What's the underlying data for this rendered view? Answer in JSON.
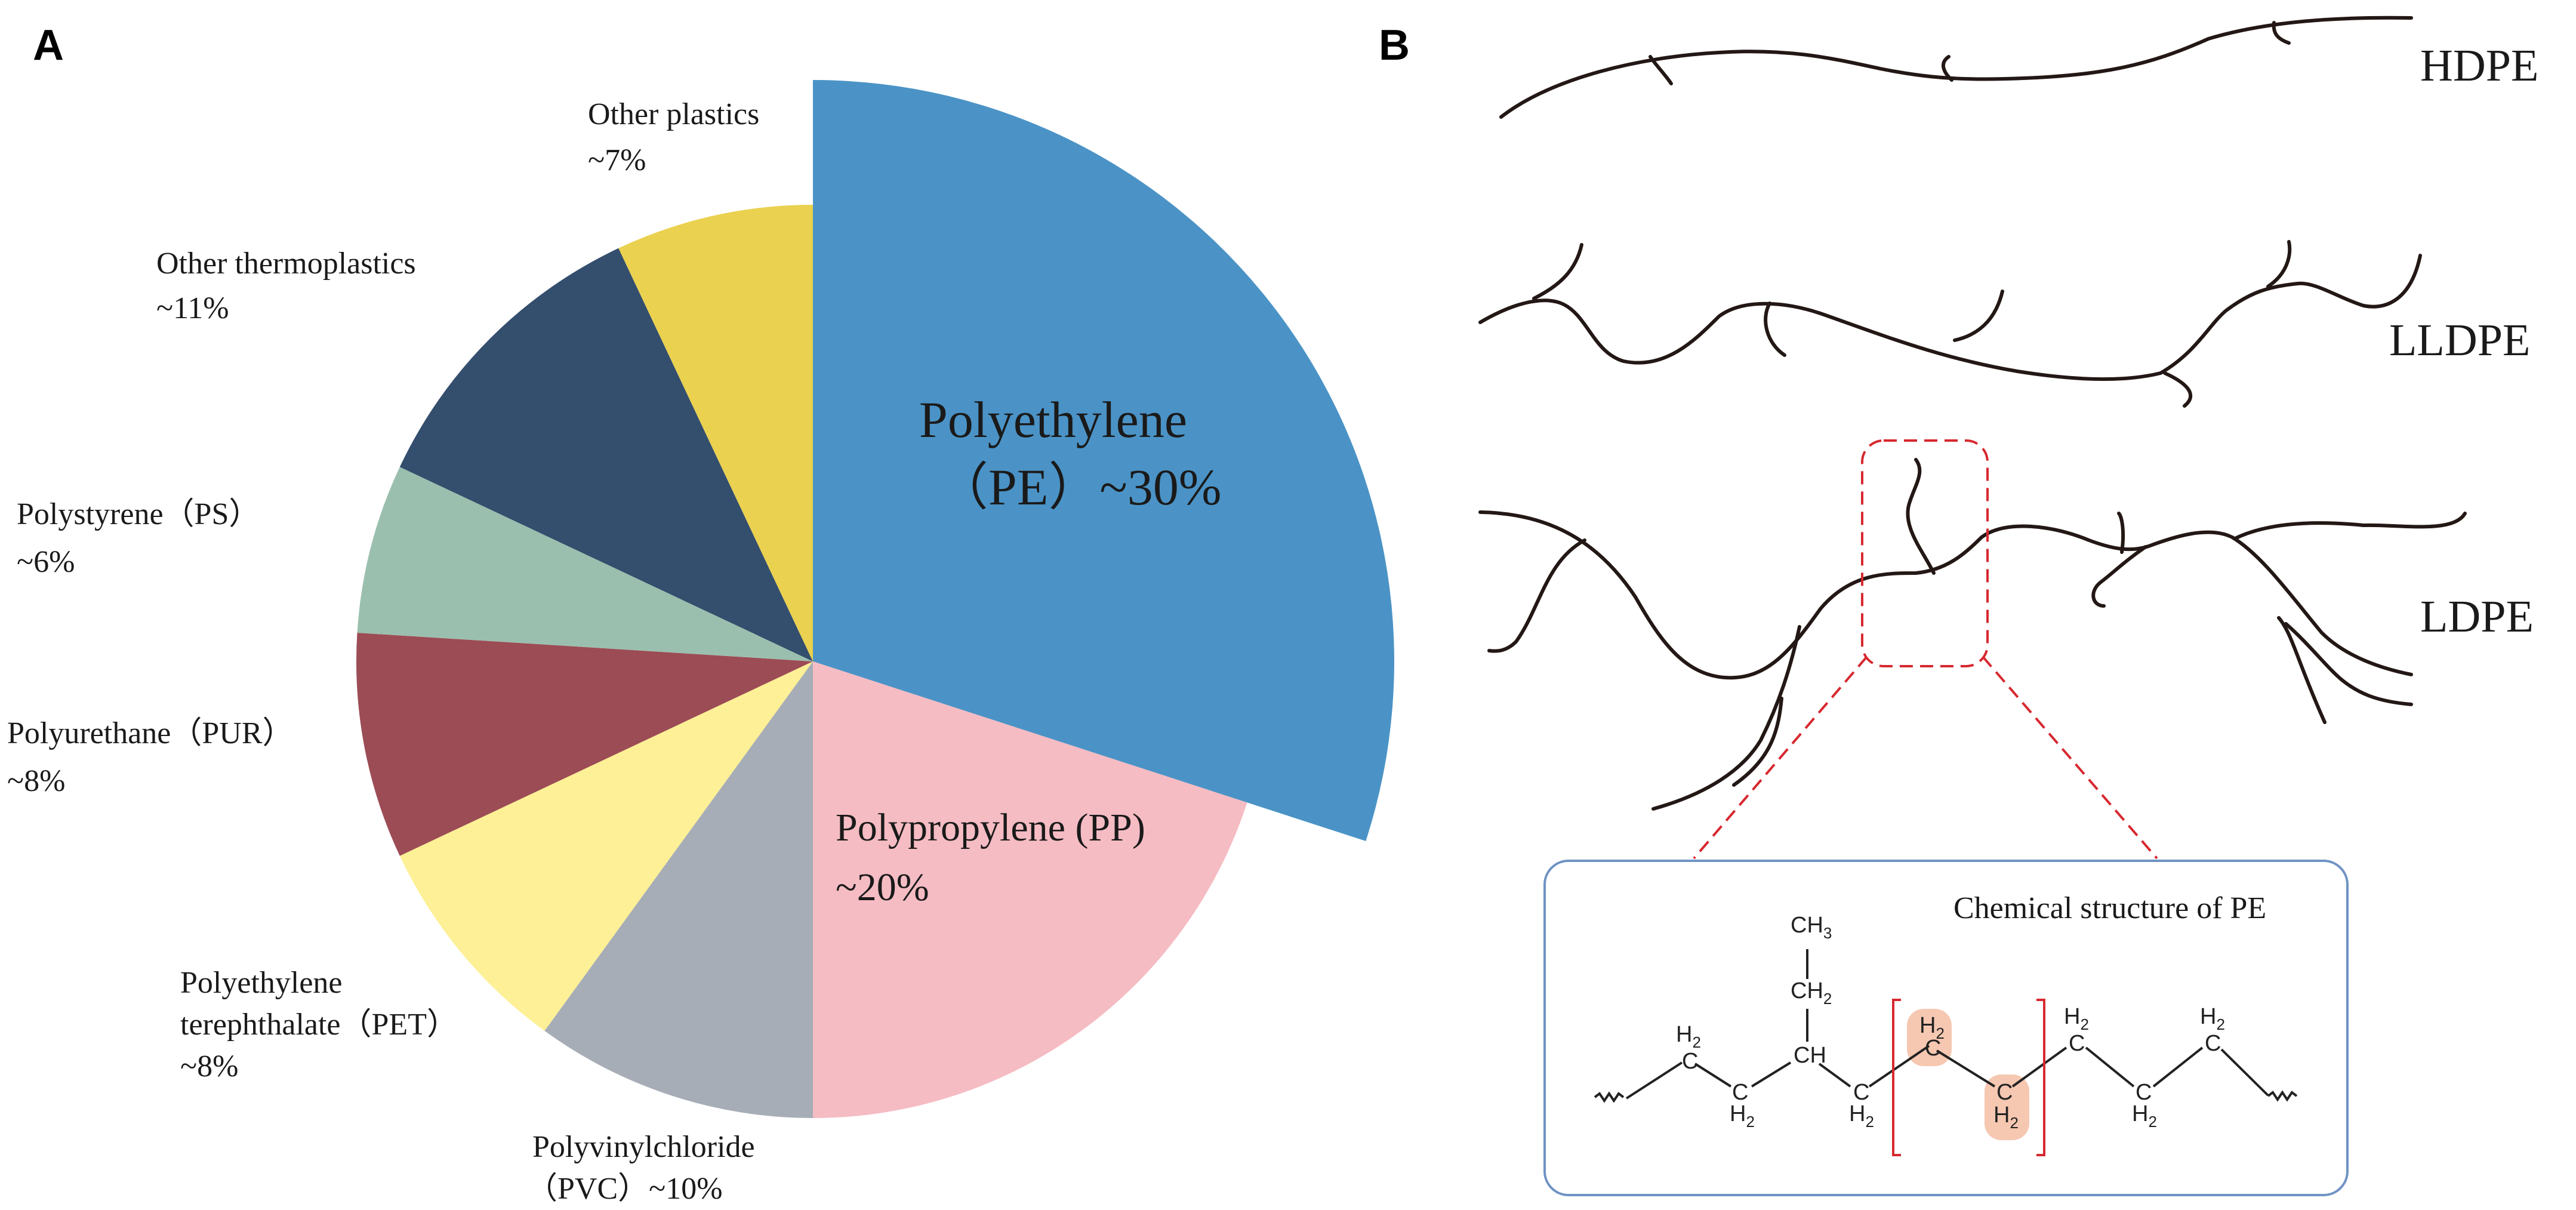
{
  "panels": {
    "a": "A",
    "b": "B"
  },
  "chart_data": {
    "type": "pie",
    "slices": [
      {
        "name": "Polyethylene",
        "line1": "Polyethylene",
        "line2": "（PE）~30%",
        "value": 30,
        "color": "#4b93c6",
        "exploded": true
      },
      {
        "name": "Polypropylene",
        "line1": "Polypropylene (PP)",
        "line2": "~20%",
        "value": 20,
        "color": "#f5bcc3"
      },
      {
        "name": "Polyvinylchloride",
        "line1": "Polyvinylchloride",
        "line2": "（PVC）~10%",
        "value": 10,
        "color": "#a7adb6"
      },
      {
        "name": "Polyethylene terephthalate",
        "line1": "Polyethylene",
        "line2": "terephthalate（PET）",
        "line3": "~8%",
        "value": 8,
        "color": "#fdf096"
      },
      {
        "name": "Polyurethane",
        "line1": "Polyurethane（PUR）",
        "line2": "~8%",
        "value": 8,
        "color": "#9c4c55"
      },
      {
        "name": "Polystyrene",
        "line1": "Polystyrene（PS）",
        "line2": "~6%",
        "value": 6,
        "color": "#9bbfae"
      },
      {
        "name": "Other thermoplastics",
        "line1": "Other thermoplastics",
        "line2": "~11%",
        "value": 11,
        "color": "#344e6d"
      },
      {
        "name": "Other plastics",
        "line1": "Other plastics",
        "line2": "~7%",
        "value": 7,
        "color": "#ead14f"
      }
    ]
  },
  "diagram": {
    "chains": {
      "hdpe": "HDPE",
      "lldpe": "LLDPE",
      "ldpe": "LDPE"
    },
    "structure": {
      "title": "Chemical structure of PE",
      "ch3": "CH",
      "ch3_sub": "3",
      "h2": "H",
      "h2_sub": "2",
      "c": "C",
      "ch": "CH"
    },
    "colors": {
      "chain": "#231815",
      "callout": "#d7282f",
      "box_border": "#6f93c4",
      "highlight": "#f6c7b1"
    }
  }
}
